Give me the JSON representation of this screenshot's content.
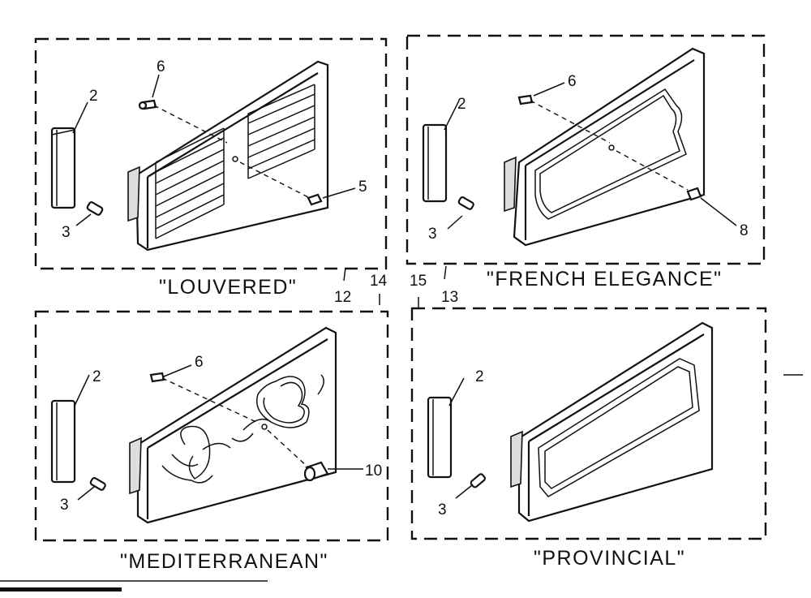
{
  "diagram": {
    "panels": [
      {
        "title": "\"LOUVERED\"",
        "labels": [
          "2",
          "6",
          "5",
          "3"
        ]
      },
      {
        "title": "\"FRENCH ELEGANCE\"",
        "labels": [
          "2",
          "6",
          "8",
          "3"
        ]
      },
      {
        "title": "\"MEDITERRANEAN\"",
        "labels": [
          "2",
          "6",
          "10",
          "3"
        ]
      },
      {
        "title": "\"PROVINCIAL\"",
        "labels": [
          "2",
          "3"
        ]
      }
    ],
    "center_labels": [
      "12",
      "14",
      "15",
      "13"
    ]
  }
}
